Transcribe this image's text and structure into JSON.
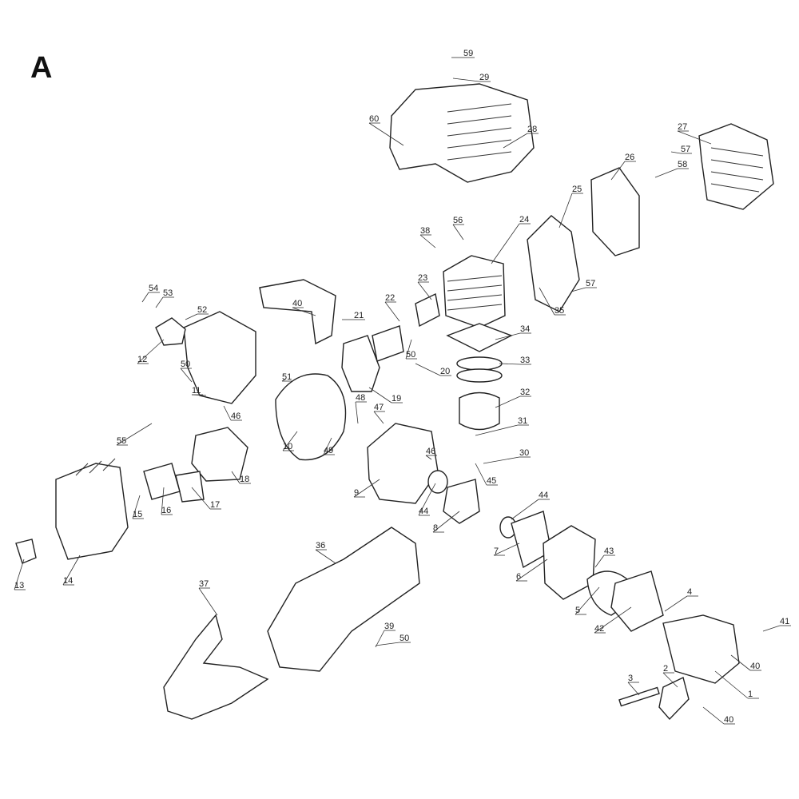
{
  "figure_letter": "A",
  "callouts": [
    "59",
    "29",
    "60",
    "28",
    "27",
    "57",
    "58",
    "26",
    "25",
    "24",
    "56",
    "38",
    "23",
    "22",
    "40",
    "21",
    "54",
    "53",
    "52",
    "57",
    "35",
    "34",
    "50",
    "20",
    "33",
    "12",
    "50",
    "51",
    "19",
    "32",
    "11",
    "46",
    "48",
    "47",
    "31",
    "10",
    "49",
    "30",
    "46",
    "55",
    "18",
    "45",
    "9",
    "17",
    "16",
    "15",
    "44",
    "44",
    "8",
    "7",
    "13",
    "14",
    "36",
    "6",
    "43",
    "37",
    "5",
    "42",
    "4",
    "39",
    "50",
    "41",
    "40",
    "1",
    "3",
    "2",
    "40"
  ],
  "colors": {
    "line": "#222222",
    "background": "#ffffff"
  }
}
